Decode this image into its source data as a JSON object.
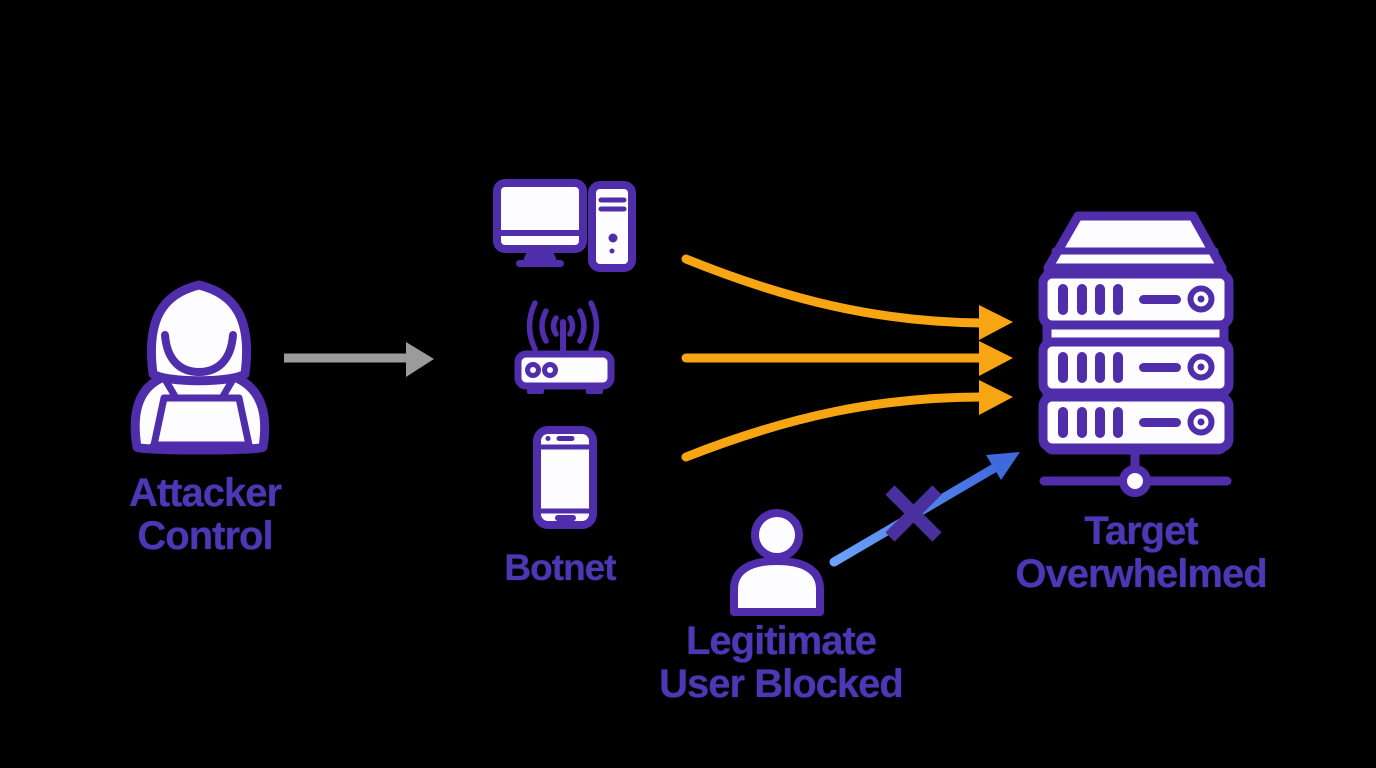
{
  "diagram": {
    "labels": {
      "attacker": {
        "line1": "Attacker",
        "line2": "Control"
      },
      "botnet": {
        "line1": "Botnet"
      },
      "legitimate_user": {
        "line1": "Legitimate",
        "line2": "User Blocked"
      },
      "target": {
        "line1": "Target",
        "line2": "Overwhelmed"
      }
    },
    "icons": [
      "hacker-icon",
      "desktop-computer-icon",
      "wifi-router-icon",
      "smartphone-icon",
      "server-stack-icon",
      "person-icon",
      "control-arrow-icon",
      "attack-arrow-icon",
      "blocked-request-arrow-icon",
      "block-x-icon"
    ],
    "colors": {
      "background": "#000000",
      "icon_purple": "#4f2dab",
      "label_purple": "#4c38b4",
      "attack_orange": "#f7a512",
      "control_gray": "#9b9b9b",
      "blocked_blue_light": "#6aa2f9",
      "blocked_blue_dark": "#3a63da",
      "block_x_purple": "#4a2f9e",
      "icon_fill": "#fdfcff"
    }
  }
}
